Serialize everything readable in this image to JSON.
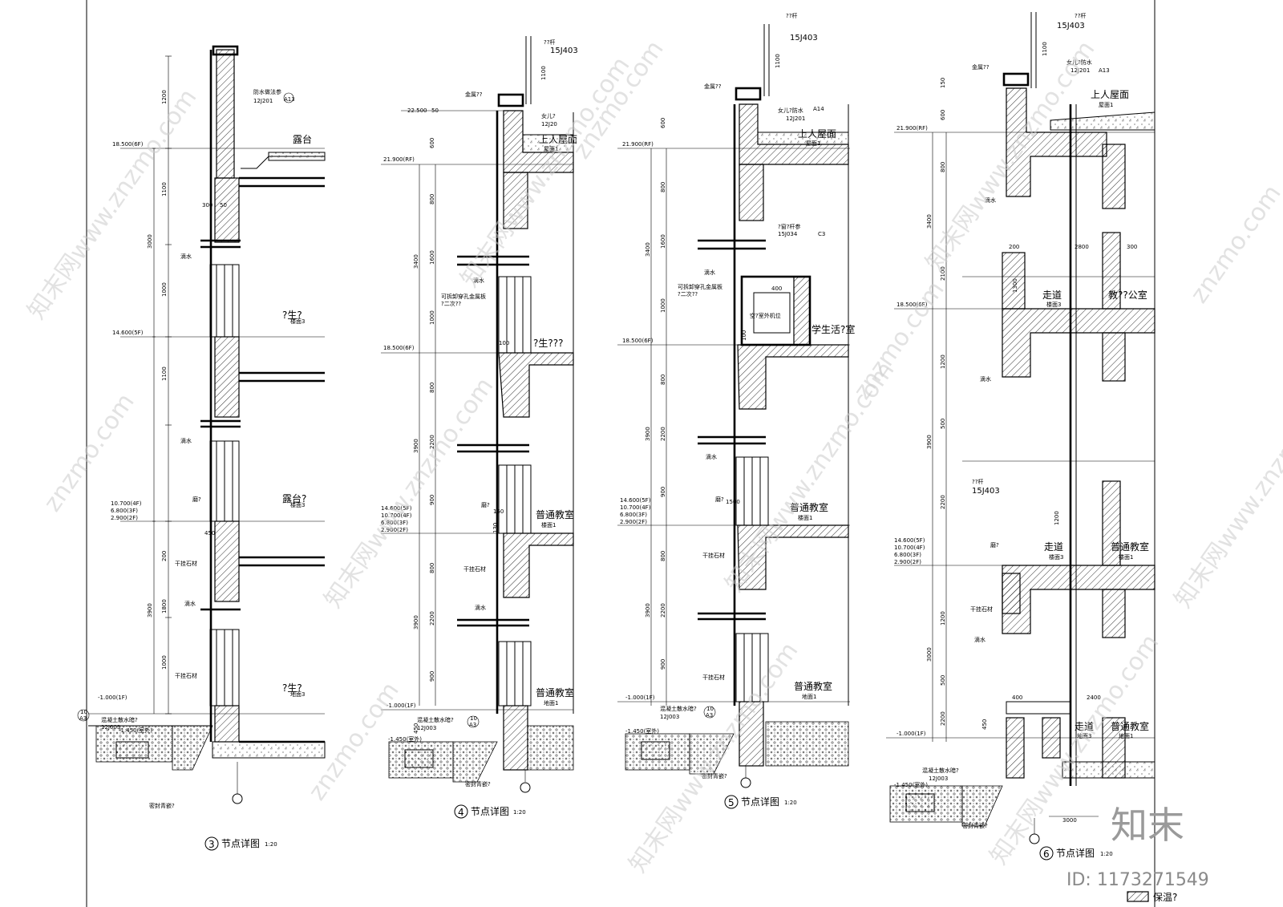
{
  "details": [
    {
      "key": "d3",
      "title_num": "3",
      "title_label": "节点详图",
      "scale": "1:20",
      "levels": [
        "18.500(6F)",
        "14.600(5F)",
        "10.700(4F)",
        "6.800(3F)",
        "2.900(2F)",
        "-1.000(1F)",
        "-1.450(室外)"
      ],
      "dims": [
        "1200",
        "1100",
        "3000",
        "1000",
        "1100",
        "3900",
        "1800",
        "1000",
        "200",
        "300",
        "50",
        "450"
      ],
      "labels": [
        "露台",
        "?生?",
        "露台?",
        "?生?",
        "滴水",
        "滴水",
        "滴水",
        "干挂石材",
        "干挂石材",
        "密封青嵌?",
        "混凝土散水暗?",
        "12J003",
        "楼面3",
        "楼面3",
        "地面3",
        "防水做法参",
        "12J201",
        "A13",
        "10",
        "A3",
        "磨?"
      ]
    },
    {
      "key": "d4",
      "title_num": "4",
      "title_label": "节点详图",
      "scale": "1:20",
      "levels": [
        "22.500",
        "21.900(RF)",
        "18.500(6F)",
        "14.600(5F)",
        "10.700(4F)",
        "6.800(3F)",
        "2.900(2F)",
        "-1.000(1F)",
        "-1.450(室外)"
      ],
      "dims": [
        "1100",
        "600",
        "800",
        "1600",
        "3400",
        "1000",
        "800",
        "2200",
        "3900",
        "900",
        "800",
        "2200",
        "3900",
        "900",
        "450",
        "150",
        "50"
      ],
      "labels": [
        "??杆",
        "15J403",
        "金属??",
        "女儿?",
        "12J20",
        "上人屋面",
        "屋面1",
        "滴水",
        "可拆卸穿孔金属板",
        "?二次??",
        "?生???",
        "普通教室",
        "楼面1",
        "普通教室",
        "地面1",
        "干挂石材",
        "滴水",
        "磨?",
        "混凝土散水暗?",
        "12J003",
        "密封青嵌?",
        "10",
        "A3",
        "100",
        "130"
      ]
    },
    {
      "key": "d5",
      "title_num": "5",
      "title_label": "节点详图",
      "scale": "1:20",
      "levels": [
        "21.900(RF)",
        "18.500(6F)",
        "14.600(5F)",
        "10.700(4F)",
        "6.800(3F)",
        "2.900(2F)",
        "-1.000(1F)",
        "-1.450(室外)"
      ],
      "dims": [
        "1100",
        "600",
        "800",
        "1600",
        "3400",
        "1000",
        "800",
        "2200",
        "3900",
        "900",
        "800",
        "2200",
        "3900",
        "900",
        "400",
        "100",
        "1500"
      ],
      "labels": [
        "??杆",
        "15J403",
        "金属??",
        "女儿?防水",
        "12J201",
        "A14",
        "上人屋面",
        "屋面1",
        "?窗?杆参",
        "15J034",
        "C3",
        "可拆卸穿孔金属板",
        "?二次??",
        "空?室外机位",
        "学生活?室",
        "滴水",
        "滴水",
        "普通教室",
        "楼面1",
        "普通教室",
        "地面1",
        "干挂石材",
        "干挂石材",
        "磨?",
        "混凝土散水暗?",
        "12J003",
        "密封青嵌?",
        "10",
        "A3"
      ]
    },
    {
      "key": "d6",
      "title_num": "6",
      "title_label": "节点详图",
      "scale": "1:20",
      "levels": [
        "21.900(RF)",
        "18.500(6F)",
        "14.600(5F)",
        "10.700(4F)",
        "6.800(3F)",
        "2.900(2F)",
        "-1.000(1F)",
        "-1.450(室外)"
      ],
      "dims": [
        "1100",
        "150",
        "600",
        "800",
        "3400",
        "2100",
        "1300",
        "1200",
        "500",
        "3900",
        "2200",
        "1200",
        "1200",
        "3000",
        "500",
        "2200",
        "450",
        "200",
        "2800",
        "300",
        "400",
        "2400",
        "3000"
      ],
      "labels": [
        "??杆",
        "15J403",
        "金属??",
        "女儿?防水",
        "12J201",
        "A13",
        "上人屋面",
        "屋面1",
        "走道",
        "楼面3",
        "教??公室",
        "滴水",
        "滴水",
        "滴水",
        "??杆",
        "15J403",
        "走道",
        "楼面3",
        "普通教室",
        "楼面1",
        "走道",
        "地面3",
        "普通教室",
        "地面1",
        "干挂石材",
        "磨?",
        "混凝土散水暗?",
        "12J003",
        "密封青嵌?"
      ]
    }
  ],
  "legend": {
    "label": "保温?"
  },
  "watermarks": [
    "知末网www.znzmo.com",
    "znzmo.com"
  ],
  "brand": "知末",
  "id_text": "ID: 1173271549"
}
